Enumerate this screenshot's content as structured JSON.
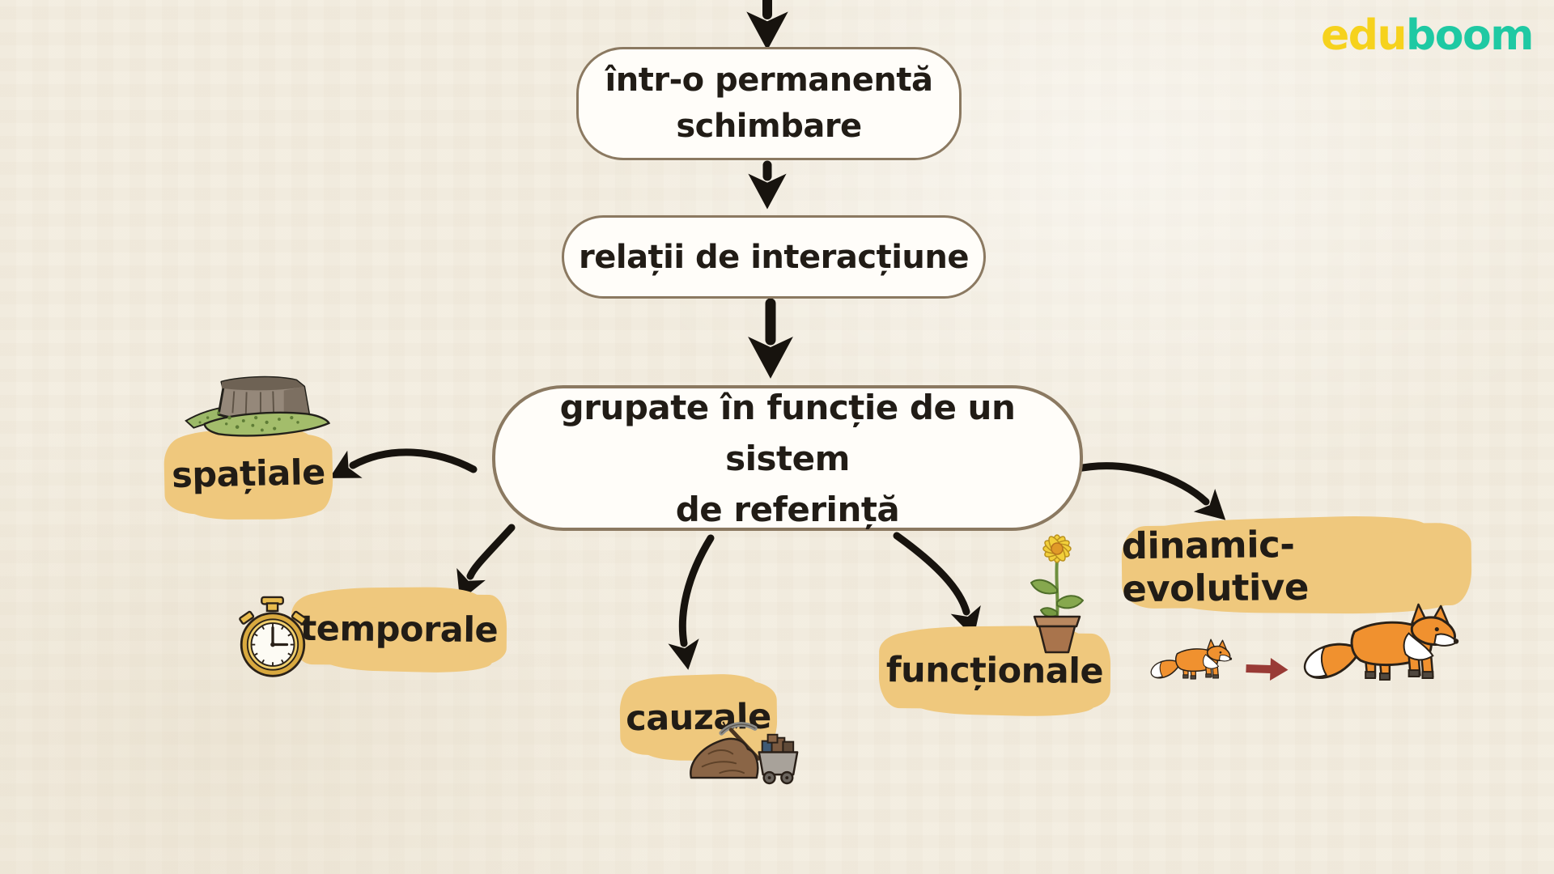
{
  "logo": {
    "edu": "edu",
    "boom": "boom"
  },
  "flow": [
    {
      "line1": "într-o permanentă",
      "line2": "schimbare"
    },
    {
      "line1": "relații de interacțiune"
    },
    {
      "line1": "grupate în funcție de un sistem",
      "line2": "de referință"
    }
  ],
  "categories": [
    {
      "key": "spatiale",
      "label": "spațiale",
      "icon": "mesa-plateau-icon"
    },
    {
      "key": "temporale",
      "label": "temporale",
      "icon": "stopwatch-icon"
    },
    {
      "key": "cauzale",
      "label": "cauzale",
      "icon": "dirt-pile-pickaxe-mine-cart-icon"
    },
    {
      "key": "functionale",
      "label": "funcționale",
      "icon": "potted-flower-icon"
    },
    {
      "key": "dinamic_evolutive",
      "label": "dinamic-evolutive",
      "icon": "fox-growth-sequence-icon"
    }
  ],
  "colors": {
    "background": "#f2ecdf",
    "highlight": "#efc87d",
    "box_fill": "#fffdf9",
    "box_border": "#8b7961",
    "text": "#211c16",
    "arrow_black": "#17130e",
    "logo_edu": "#f6d21d",
    "logo_boom": "#1fc9a3",
    "fox_orange": "#f0912f",
    "evolution_arrow_red": "#993b36"
  }
}
